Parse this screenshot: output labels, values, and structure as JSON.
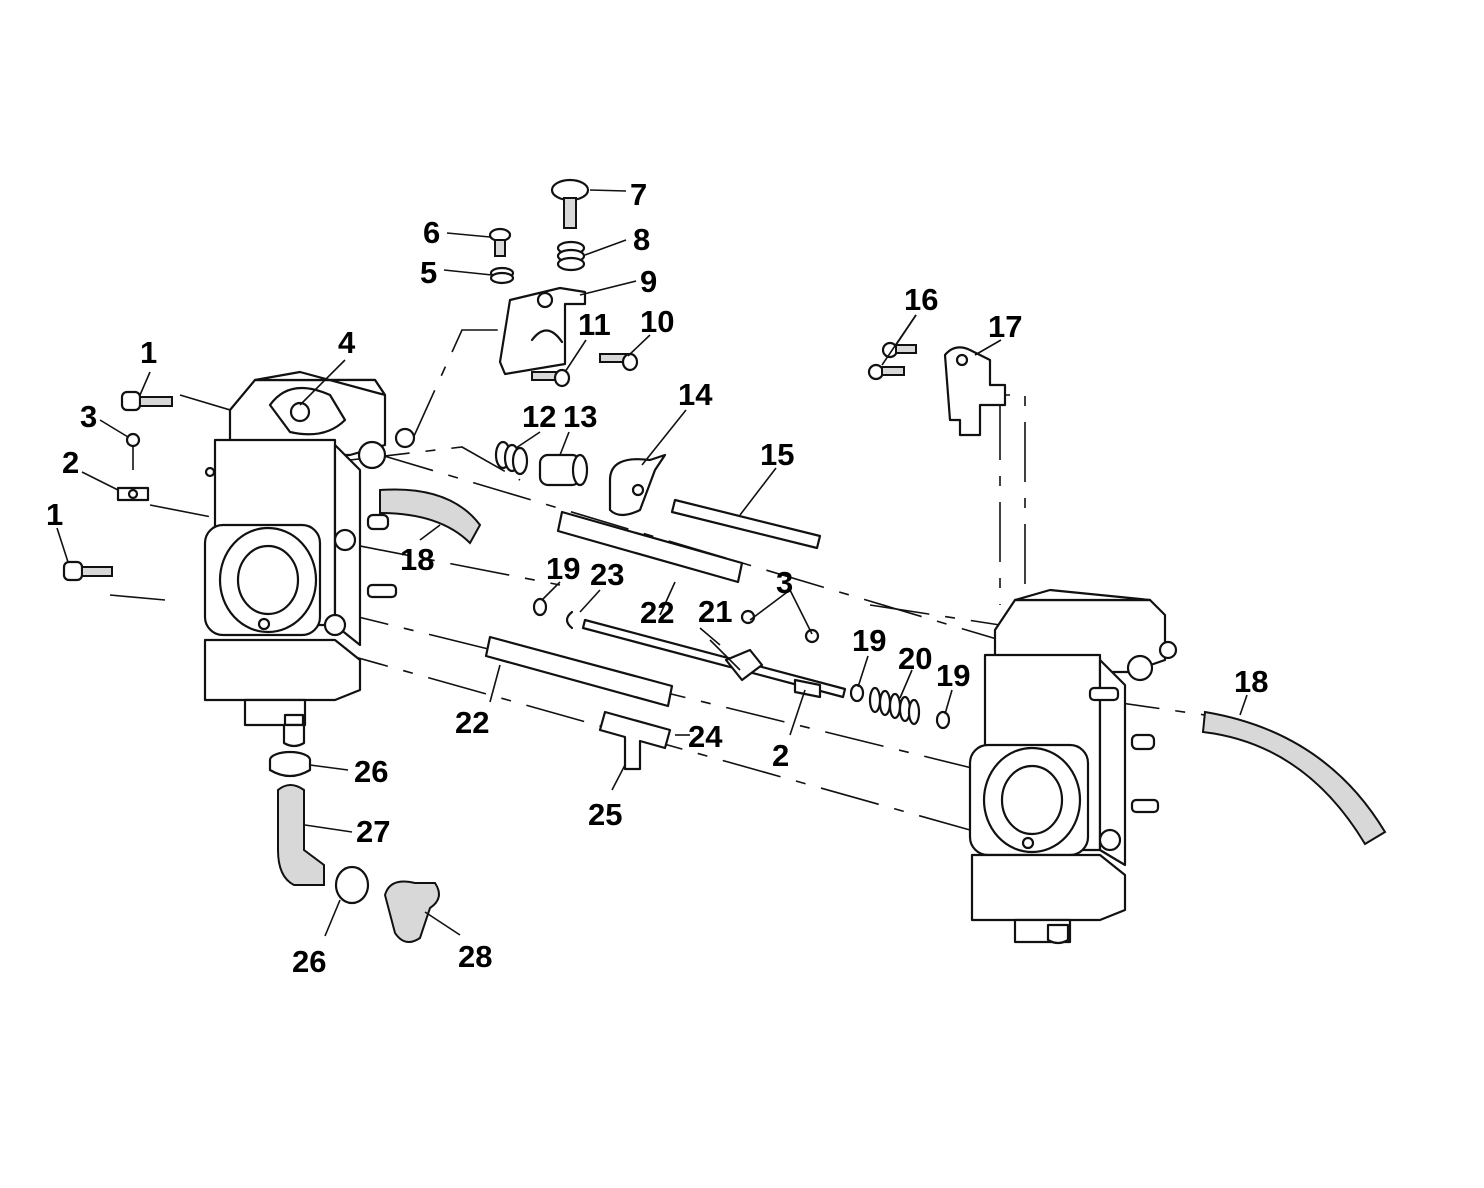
{
  "diagram": {
    "callouts": [
      {
        "id": "c1a",
        "label": "1"
      },
      {
        "id": "c1b",
        "label": "1"
      },
      {
        "id": "c2a",
        "label": "2"
      },
      {
        "id": "c2b",
        "label": "2"
      },
      {
        "id": "c3a",
        "label": "3"
      },
      {
        "id": "c3b",
        "label": "3"
      },
      {
        "id": "c4",
        "label": "4"
      },
      {
        "id": "c5",
        "label": "5"
      },
      {
        "id": "c6",
        "label": "6"
      },
      {
        "id": "c7",
        "label": "7"
      },
      {
        "id": "c8",
        "label": "8"
      },
      {
        "id": "c9",
        "label": "9"
      },
      {
        "id": "c10",
        "label": "10"
      },
      {
        "id": "c11",
        "label": "11"
      },
      {
        "id": "c12",
        "label": "12"
      },
      {
        "id": "c13",
        "label": "13"
      },
      {
        "id": "c14",
        "label": "14"
      },
      {
        "id": "c15",
        "label": "15"
      },
      {
        "id": "c16",
        "label": "16"
      },
      {
        "id": "c17",
        "label": "17"
      },
      {
        "id": "c18a",
        "label": "18"
      },
      {
        "id": "c18b",
        "label": "18"
      },
      {
        "id": "c19a",
        "label": "19"
      },
      {
        "id": "c19b",
        "label": "19"
      },
      {
        "id": "c19c",
        "label": "19"
      },
      {
        "id": "c20",
        "label": "20"
      },
      {
        "id": "c21",
        "label": "21"
      },
      {
        "id": "c22a",
        "label": "22"
      },
      {
        "id": "c22b",
        "label": "22"
      },
      {
        "id": "c23",
        "label": "23"
      },
      {
        "id": "c24",
        "label": "24"
      },
      {
        "id": "c25",
        "label": "25"
      },
      {
        "id": "c26a",
        "label": "26"
      },
      {
        "id": "c26b",
        "label": "26"
      },
      {
        "id": "c27",
        "label": "27"
      },
      {
        "id": "c28",
        "label": "28"
      }
    ]
  }
}
